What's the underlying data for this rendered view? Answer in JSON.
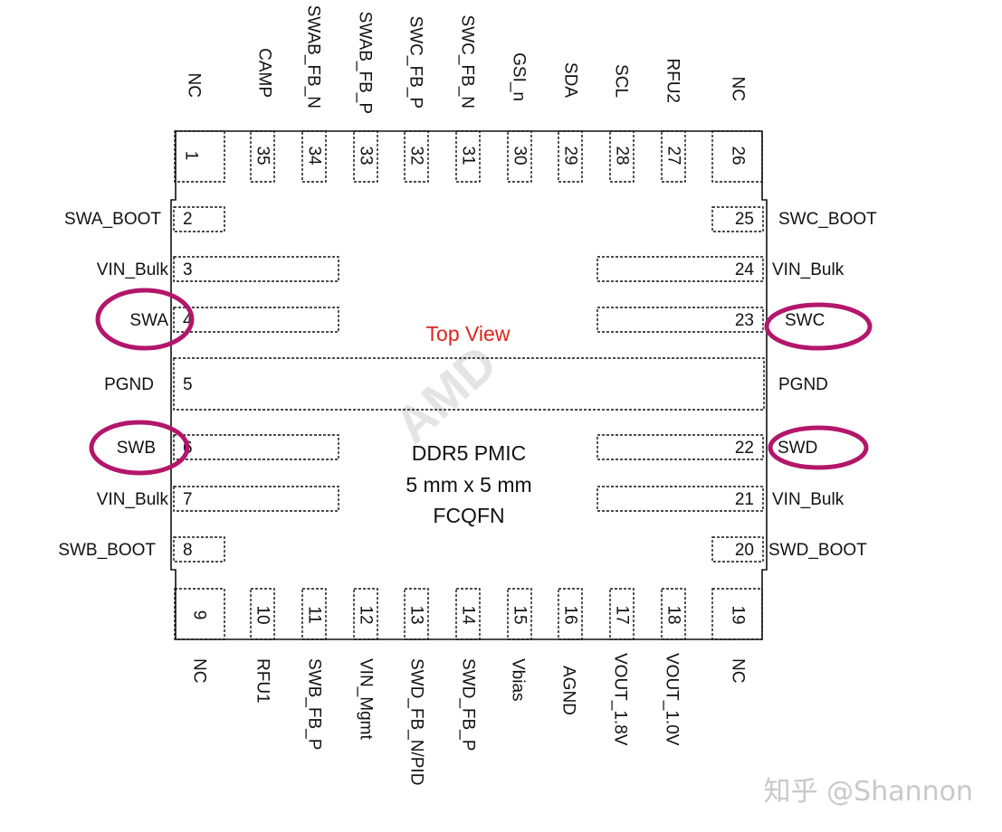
{
  "view_label": "Top View",
  "center_text": {
    "line1": "DDR5 PMIC",
    "line2": "5 mm x 5 mm",
    "line3": "FCQFN"
  },
  "watermark": "AMD",
  "credit": "知乎 @Shannon",
  "highlight_color": "#b3166b",
  "view_label_color": "#e0241b",
  "top_pins": [
    {
      "num": "1",
      "name": "NC"
    },
    {
      "num": "35",
      "name": "CAMP"
    },
    {
      "num": "34",
      "name": "SWAB_FB_N"
    },
    {
      "num": "33",
      "name": "SWAB_FB_P"
    },
    {
      "num": "32",
      "name": "SWC_FB_P"
    },
    {
      "num": "31",
      "name": "SWC_FB_N"
    },
    {
      "num": "30",
      "name": "GSI_n"
    },
    {
      "num": "29",
      "name": "SDA"
    },
    {
      "num": "28",
      "name": "SCL"
    },
    {
      "num": "27",
      "name": "RFU2"
    },
    {
      "num": "26",
      "name": "NC"
    }
  ],
  "bottom_pins": [
    {
      "num": "9",
      "name": "NC"
    },
    {
      "num": "10",
      "name": "RFU1"
    },
    {
      "num": "11",
      "name": "SWB_FB_P"
    },
    {
      "num": "12",
      "name": "VIN_Mgmt"
    },
    {
      "num": "13",
      "name": "SWD_FB_N/PID"
    },
    {
      "num": "14",
      "name": "SWD_FB_P"
    },
    {
      "num": "15",
      "name": "Vbias"
    },
    {
      "num": "16",
      "name": "AGND"
    },
    {
      "num": "17",
      "name": "VOUT_1.8V"
    },
    {
      "num": "18",
      "name": "VOUT_1.0V"
    },
    {
      "num": "19",
      "name": "NC"
    }
  ],
  "left_pins": [
    {
      "num": "2",
      "name": "SWA_BOOT"
    },
    {
      "num": "3",
      "name": "VIN_Bulk"
    },
    {
      "num": "4",
      "name": "SWA",
      "highlight": true
    },
    {
      "num": "5",
      "name": "PGND"
    },
    {
      "num": "6",
      "name": "SWB",
      "highlight": true
    },
    {
      "num": "7",
      "name": "VIN_Bulk"
    },
    {
      "num": "8",
      "name": "SWB_BOOT"
    }
  ],
  "right_pins": [
    {
      "num": "25",
      "name": "SWC_BOOT"
    },
    {
      "num": "24",
      "name": "VIN_Bulk"
    },
    {
      "num": "23",
      "name": "SWC",
      "highlight": true
    },
    {
      "num": "5",
      "name": "PGND"
    },
    {
      "num": "22",
      "name": "SWD",
      "highlight": true
    },
    {
      "num": "21",
      "name": "VIN_Bulk"
    },
    {
      "num": "20",
      "name": "SWD_BOOT"
    }
  ]
}
